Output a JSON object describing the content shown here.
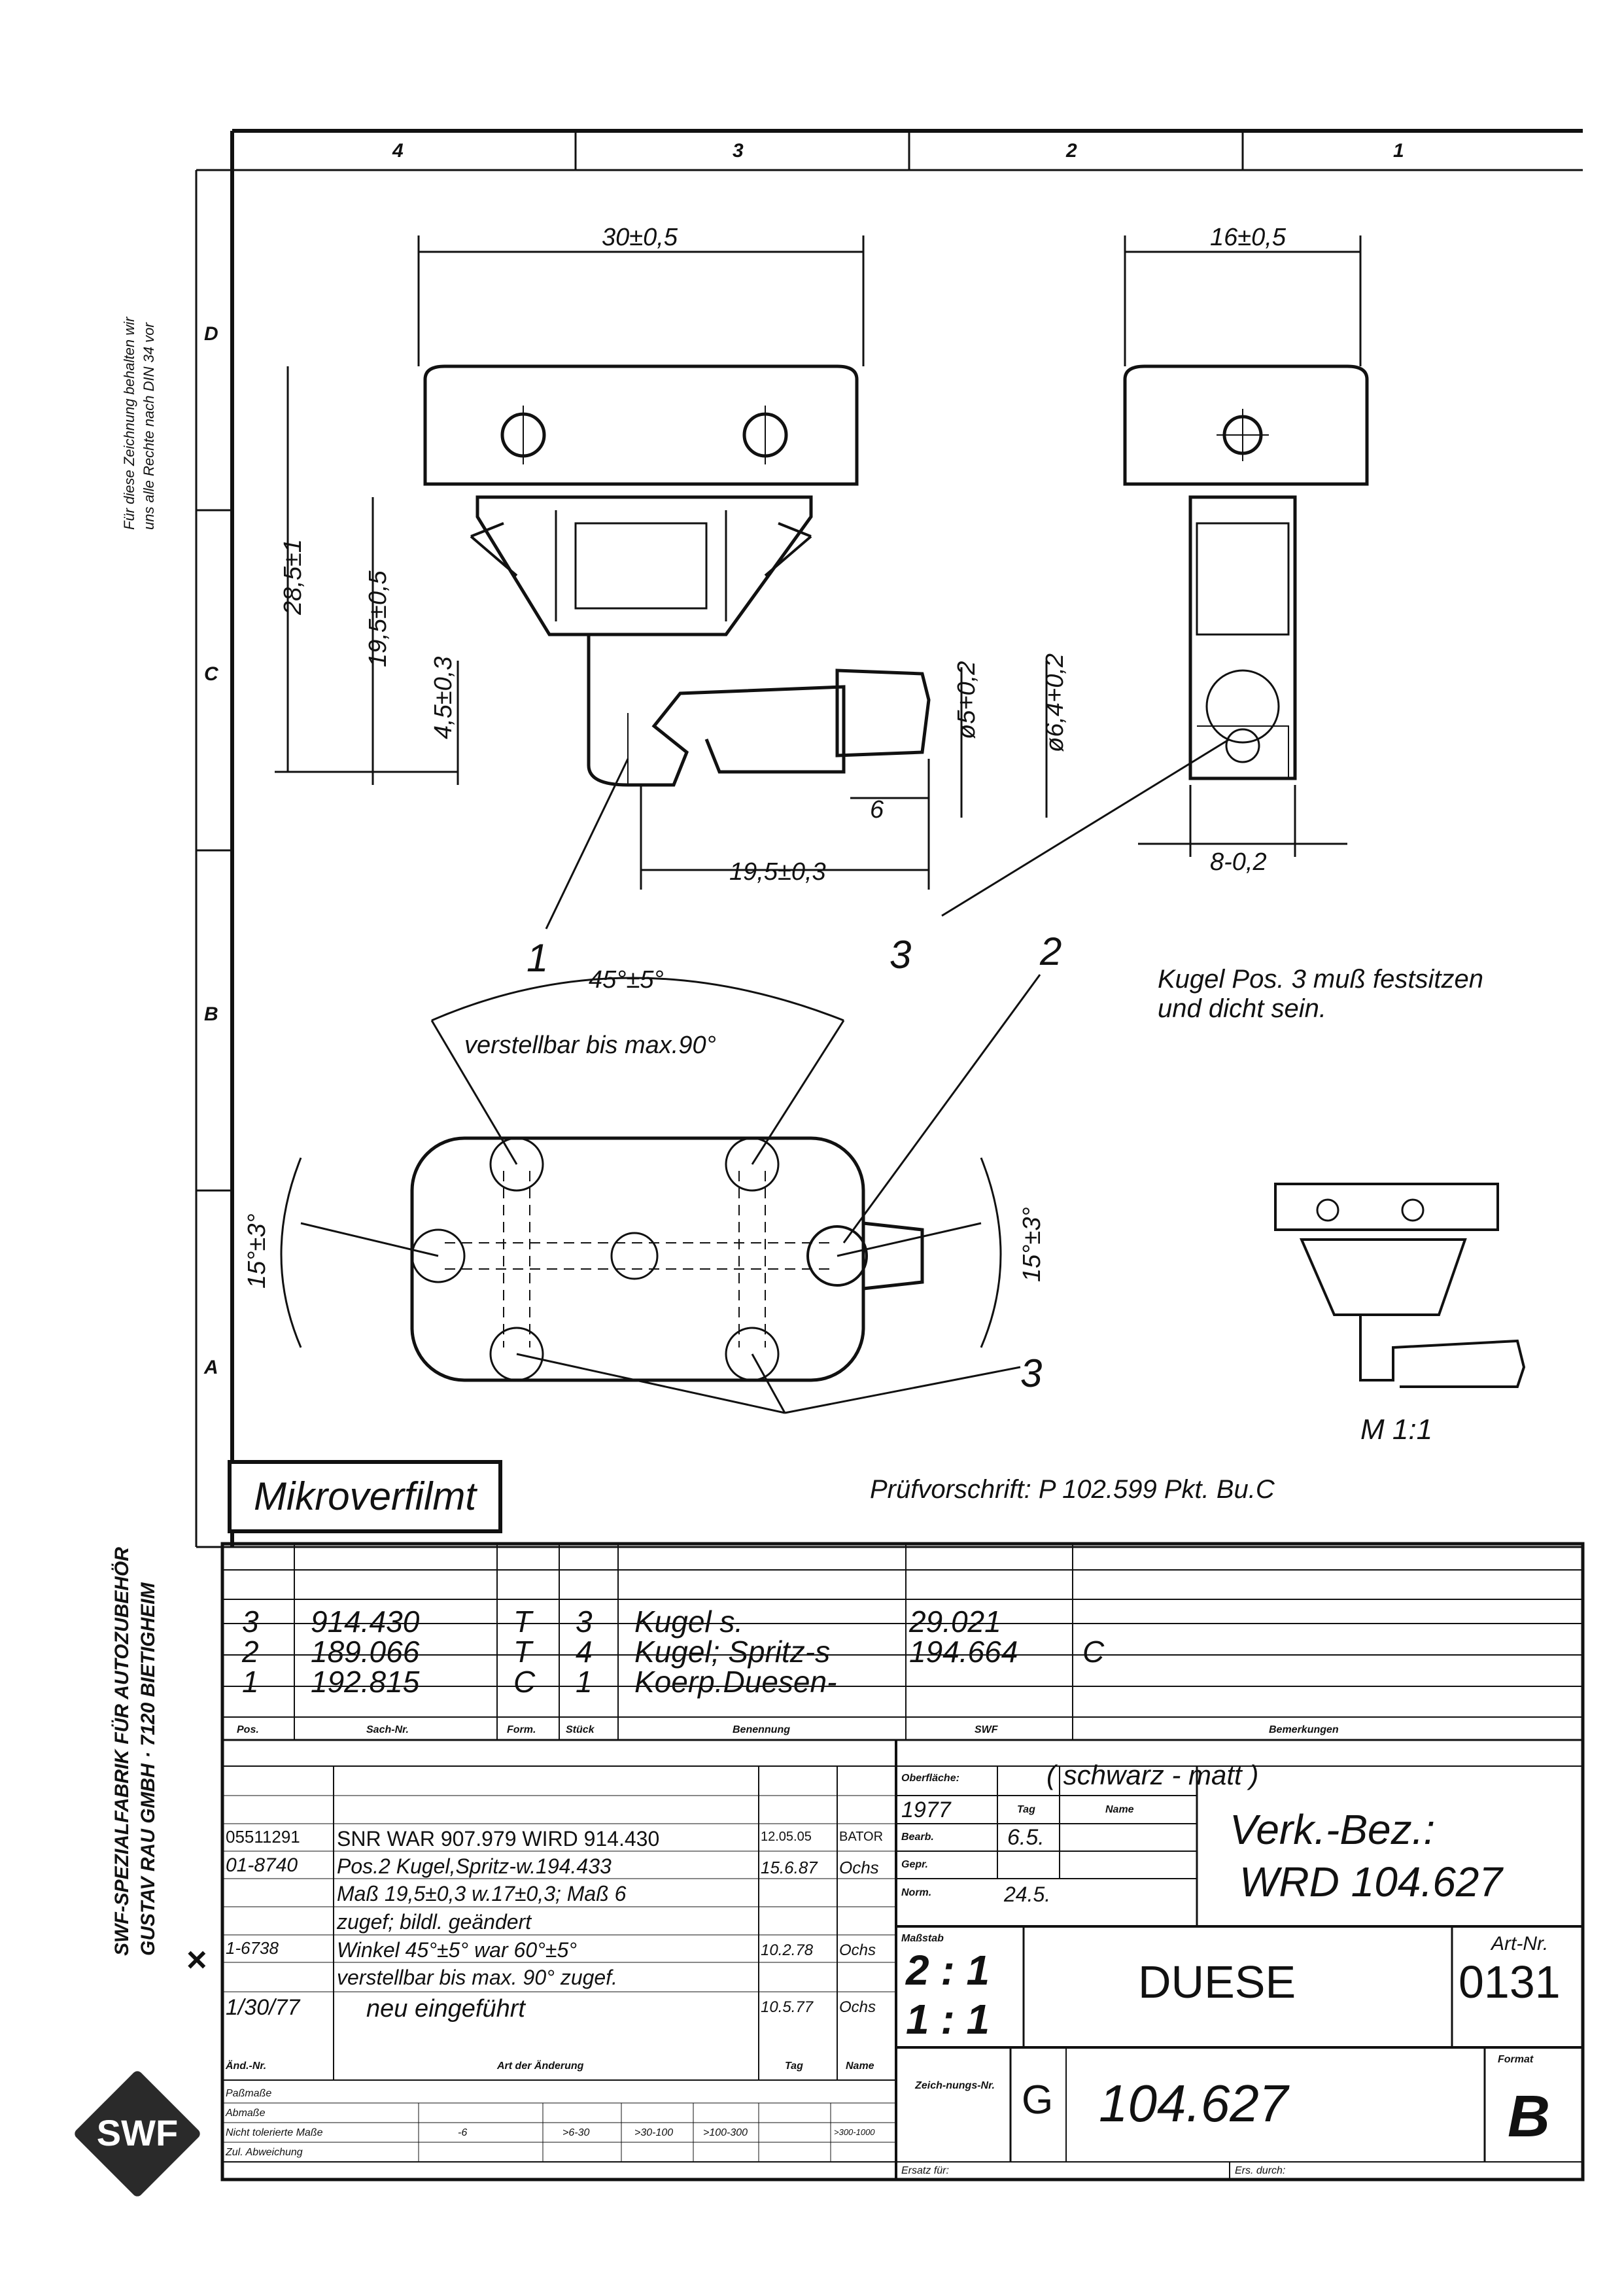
{
  "frame": {
    "zones_top": [
      "4",
      "3",
      "2",
      "1"
    ],
    "zones_left": [
      "D",
      "C",
      "B",
      "A"
    ]
  },
  "side_note": {
    "line1": "Für diese Zeichnung behalten wir",
    "line2": "uns alle Rechte nach DIN 34 vor"
  },
  "company_side": {
    "line1": "SWF-SPEZIALFABRIK FÜR AUTOZUBEHÖR",
    "line2": "GUSTAV RAU GMBH · 7120 BIETIGHEIM"
  },
  "dimensions": {
    "width_front": "30±0,5",
    "width_side": "16±0,5",
    "height_total": "28,5±1",
    "height_mid": "19,5±0,5",
    "height_low": "4,5±0,3",
    "dia_inner": "ø5+0,2",
    "dia_outer": "ø6,4+0,2",
    "nozzle_len": "6",
    "nozzle_offset": "19,5±0,3",
    "side_bottom": "8-0,2",
    "angle_top": "45°±5°",
    "angle_top_note": "verstellbar bis max.90°",
    "angle_left": "15°±3°",
    "angle_right": "15°±3°"
  },
  "labels": {
    "pos1": "1",
    "pos2": "2",
    "pos3a": "3",
    "pos3b": "3",
    "scale_small": "M 1:1"
  },
  "notes": {
    "ball_note_line1": "Kugel Pos. 3 muß festsitzen",
    "ball_note_line2": "und dicht sein.",
    "test_spec": "Prüfvorschrift: P 102.599 Pkt. Bu.C",
    "microfilm": "Mikroverfilmt"
  },
  "parts": {
    "rows": [
      {
        "pos": "3",
        "sach_nr": "914.430",
        "form": "T",
        "stueck": "3",
        "benennung": "Kugel s.",
        "swf": "29.021",
        "bem": ""
      },
      {
        "pos": "2",
        "sach_nr": "189.066",
        "form": "T",
        "stueck": "4",
        "benennung": "Kugel; Spritz-s",
        "swf": "194.664",
        "bem": "C"
      },
      {
        "pos": "1",
        "sach_nr": "192.815",
        "form": "C",
        "stueck": "1",
        "benennung": "Koerp.Duesen-",
        "swf": "",
        "bem": ""
      }
    ],
    "headers": {
      "pos": "Pos.",
      "sach_nr": "Sach-Nr.",
      "form": "Form.",
      "stueck": "Stück",
      "benennung": "Benennung",
      "swf": "SWF",
      "bem": "Bemerkungen"
    }
  },
  "changes": {
    "rows": [
      {
        "nr": "05511291",
        "text": "SNR WAR 907.979 WIRD 914.430",
        "date": "12.05.05",
        "name": "BATOR"
      },
      {
        "nr": "01-8740",
        "text": "Pos.2 Kugel,Spritz-w.194.433",
        "date": "15.6.87",
        "name": "Ochs"
      },
      {
        "nr": "",
        "text": "Maß 19,5±0,3 w.17±0,3; Maß 6",
        "date": "",
        "name": ""
      },
      {
        "nr": "",
        "text": "zugef; bildl. geändert",
        "date": "",
        "name": ""
      },
      {
        "nr": "1-6738",
        "text": "Winkel 45°±5° war 60°±5°",
        "date": "10.2.78",
        "name": "Ochs"
      },
      {
        "nr": "",
        "text": "verstellbar bis max. 90° zugef.",
        "date": "",
        "name": ""
      },
      {
        "nr": "1/30/77",
        "text": "neu eingeführt",
        "date": "10.5.77",
        "name": "Ochs"
      }
    ],
    "headers": {
      "nr": "Änd.-Nr.",
      "text": "Art der Änderung",
      "date": "Tag",
      "name": "Name"
    },
    "mark": "×"
  },
  "title_block": {
    "surface_label": "Oberfläche:",
    "surface_value": "( schwarz - matt )",
    "year": "1977",
    "tag_label": "Tag",
    "name_label": "Name",
    "bearb_label": "Bearb.",
    "bearb_date": "6.5.",
    "gepr_label": "Gepr.",
    "norm_label": "Norm.",
    "norm_date": "24.5.",
    "massstab_label": "Maßstab",
    "scale1": "2 : 1",
    "scale2": "1 : 1",
    "verk_bez_label": "Verk.-Bez.:",
    "verk_bez_value": "WRD 104.627",
    "title": "DUESE",
    "art_nr_label": "Art-Nr.",
    "art_nr_value": "0131",
    "zeich_label": "Zeich-nungs-Nr.",
    "group": "G",
    "drawing_no": "104.627",
    "format_label": "Format",
    "format_value": "B",
    "ersatz_label": "Ersatz für:",
    "ersetzt_label": "Ers. durch:"
  },
  "tolerance_table": {
    "row1": "Paßmaße",
    "row2": "Abmaße",
    "row3": "Nicht tolerierte Maße",
    "row4": "Zul. Abweichung",
    "ranges": [
      "-6",
      ">6-30",
      ">30-100",
      ">100-300",
      ">300-1000"
    ]
  },
  "logo": {
    "text": "SWF"
  }
}
